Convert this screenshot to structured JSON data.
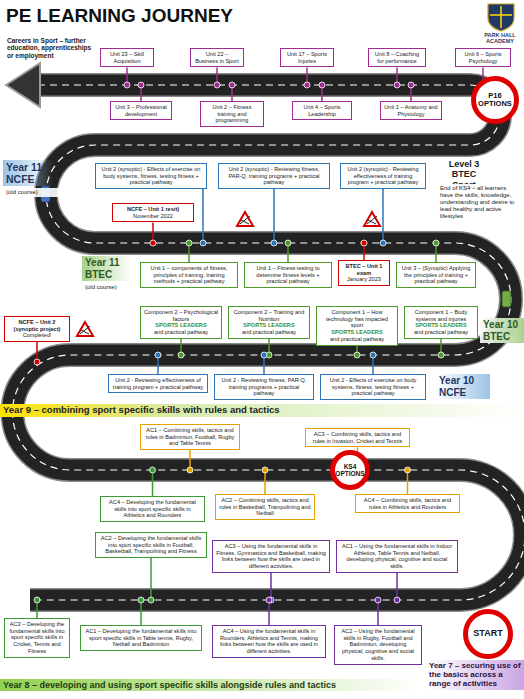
{
  "diagram": {
    "title": "PE LEARNING JOURNEY",
    "nodes": [
      {
        "text": [
          "Unit 23 – Skill Acquisition"
        ]
      },
      {
        "text": [
          "Unit 22 – Business in Sport"
        ]
      },
      {
        "text": [
          "Unit 17 – Sports Injuries"
        ]
      },
      {
        "text": [
          "Unit 8 – Coaching for performance"
        ]
      },
      {
        "text": [
          "Unit 6 – Sports Psychology"
        ]
      },
      {
        "text": [
          "P16 OPTIONS"
        ]
      },
      {
        "text": [
          "Unit 3 – Professional development"
        ]
      },
      {
        "text": [
          "Unit 2 – Fitness training and programming"
        ]
      },
      {
        "text": [
          "Unit 4 – Sports Leadership"
        ]
      },
      {
        "text": [
          "Unit 1 – Anatomy and Physiology"
        ]
      },
      {
        "text": [
          "Unit 2 (synoptic) - Effects of exercise on body systems, fitness, testing fitness + practical pathway"
        ]
      },
      {
        "text": [
          "Unit 2 (synoptic) - Reviewing fitness, PAR-Q, training programs + practical pathway"
        ]
      },
      {
        "text": [
          "Unit 2 (synoptic) - Reviewing effectiveness of training program + practical pathway"
        ]
      },
      {
        "text": [
          "NCFE – Unit 1 resit)",
          "November 2022"
        ]
      },
      {
        "text": [
          "Unit 1 – components of fitness, principles of training, training methods + practical pathway"
        ]
      },
      {
        "text": [
          "Unit 1 – Fitness testing to determine fitness levels + practical pathway"
        ]
      },
      {
        "text": [
          "BTEC – Unit 1 exam",
          "January 2023"
        ]
      },
      {
        "text": [
          "Unit 3 – (Synoptic) Applying the principles of training + practical pathway"
        ]
      },
      {
        "text": [
          "Component 2 – Psychological factors",
          "SPORTS LEADERS",
          "and practical pathway"
        ]
      },
      {
        "text": [
          "Component 2 – Training and Nutrition",
          "SPORTS LEADERS",
          "and practical pathway"
        ]
      },
      {
        "text": [
          "Component 1 – How technology has impacted sport",
          "SPORTS LEADERS",
          "and practical pathway"
        ]
      },
      {
        "text": [
          "Component 1 – Body systems and injuries",
          "SPORTS LEADERS",
          "and practical pathway"
        ]
      },
      {
        "text": [
          "NCFE – Unit 2 (synoptic project)",
          "Completed!"
        ]
      },
      {
        "text": [
          "Unit 2 - Reviewing effectiveness of training program + practical pathway"
        ]
      },
      {
        "text": [
          "Unit 2 - Reviewing fitness, PAR-Q, training programs + practical pathway"
        ]
      },
      {
        "text": [
          "Unit 2 - Effects of exercise on body systems, fitness, testing fitness + practical pathway"
        ]
      },
      {
        "text": [
          "AC1 – Combining skills, tactics and rules in Badminton, Football, Rugby and Table Tennis"
        ]
      },
      {
        "text": [
          "AC3 – Combining skills, tactics and rules in Invasion, Cricket and Tennis"
        ]
      },
      {
        "text": [
          "KS4 OPTIONS"
        ]
      },
      {
        "text": [
          "AC4 – Developing the fundamental skills into sport specific skills in Athletics and Rounders"
        ]
      },
      {
        "text": [
          "AC2 – Combining skills, tactics and rules in Basketball, Trampolining and Netball"
        ]
      },
      {
        "text": [
          "AC4 – Combining skills, tactics and rules in Athletics and Rounders"
        ]
      },
      {
        "text": [
          "AC2 – Developing the fundamental skills into sport specific skills in Football, Basketball, Trampolining and Fitness"
        ]
      },
      {
        "text": [
          "AC3 – Using the fundamental skills in Fitness, Gymnastics and Basketball, making links between how the skills are used in different activities."
        ]
      },
      {
        "text": [
          "AC1 – Using the fundamental skills in Indoor Athletics, Table Tennis and Netball, developing physical, cognitive and social skills."
        ]
      },
      {
        "text": [
          "AC3 – Developing the fundamental skills into sport specific skills in Cricket, Tennis and Fitness"
        ]
      },
      {
        "text": [
          "START"
        ]
      },
      {
        "text": [
          "AC1 – Developing the fundamental skills into sport specific skills in Table tennis, Rugby, Netball and Badminton"
        ]
      },
      {
        "text": [
          "AC4 – Using the fundamental skills in Rounders, Athletics and Tennis, making links between how the skills are used in different activities."
        ]
      },
      {
        "text": [
          "AC2 – Using the fundamental skills in Rugby, Football and Badminton, developing physical, cognitive and social skills."
        ]
      }
    ],
    "labels": [
      "Careers in Sport – further education, apprenticeships or employment",
      "PARK HALL ACADEMY",
      "Level 3 BTEC Sport",
      "Year 11 NCFE",
      "(old course)",
      "Year 11 BTEC",
      "(old course)",
      "Year 10 BTEC",
      "Year 10 NCFE",
      "Year 9 – combining sport specific skills with rules and tactics",
      "Year 7 – securing use of the basics across a range of activities",
      "Year 8 – developing and using sport specific skills alongside rules and tactics",
      "End of KS4 – all learners have the skills, knowledge, understanding and desire to lead healthy and active lifestyles"
    ]
  }
}
